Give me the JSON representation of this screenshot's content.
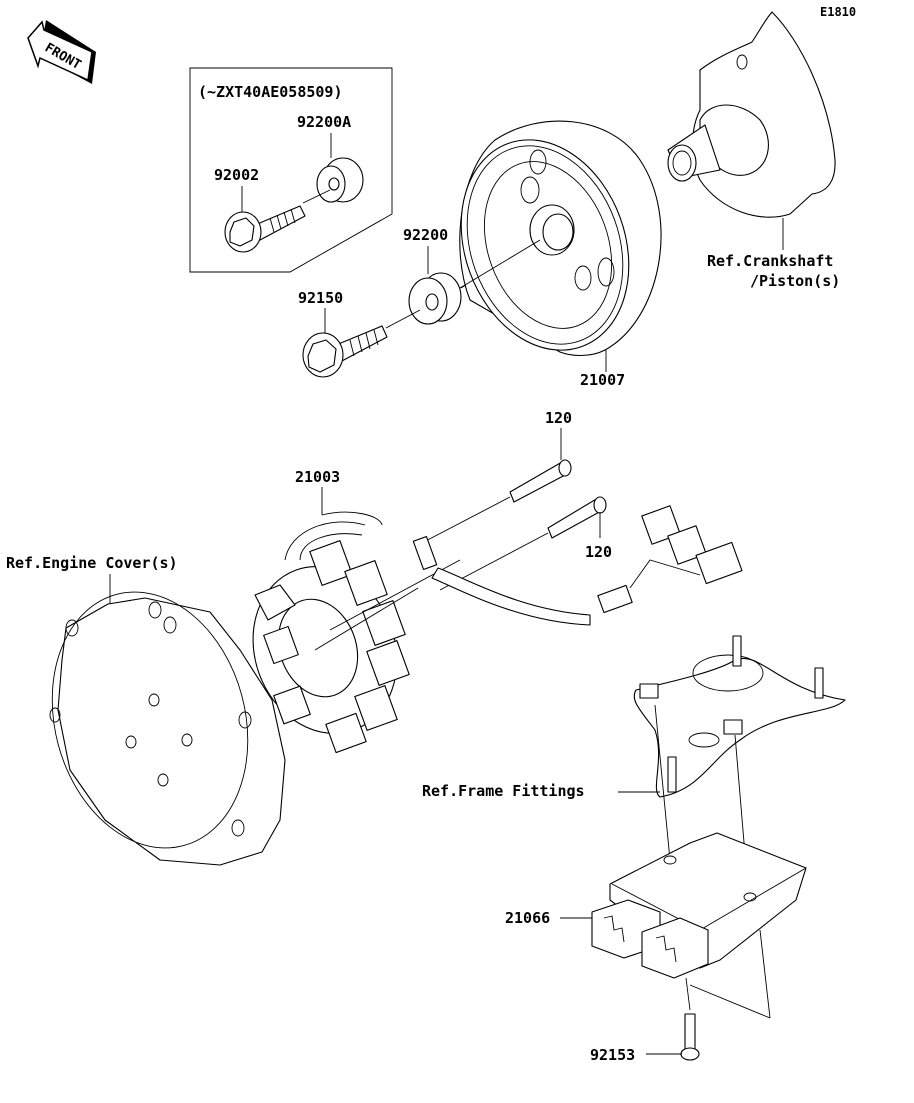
{
  "diagram": {
    "title": "Generator",
    "code": "E1810",
    "front_marker": "FRONT",
    "serial_box": {
      "label": "(~ZXT40AE058509)"
    },
    "parts": [
      {
        "id": "92002",
        "label": "92002",
        "desc": "bolt (in serial box)"
      },
      {
        "id": "92200A",
        "label": "92200A",
        "desc": "washer (in serial box)"
      },
      {
        "id": "92200",
        "label": "92200",
        "desc": "washer"
      },
      {
        "id": "92150",
        "label": "92150",
        "desc": "bolt"
      },
      {
        "id": "21007",
        "label": "21007",
        "desc": "rotor"
      },
      {
        "id": "120",
        "label": "120",
        "desc": "bolt (upper)"
      },
      {
        "id": "120b",
        "label": "120",
        "desc": "bolt (lower)"
      },
      {
        "id": "21003",
        "label": "21003",
        "desc": "stator"
      },
      {
        "id": "21066",
        "label": "21066",
        "desc": "regulator"
      },
      {
        "id": "92153",
        "label": "92153",
        "desc": "bolt"
      }
    ],
    "references": {
      "crankshaft_line1": "Ref.Crankshaft",
      "crankshaft_line2": "/Piston(s)",
      "engine_cover": "Ref.Engine Cover(s)",
      "frame_fittings": "Ref.Frame Fittings"
    }
  }
}
